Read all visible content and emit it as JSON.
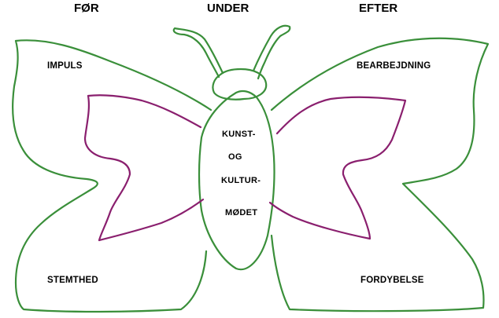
{
  "headers": {
    "before": "FØR",
    "during": "UNDER",
    "after": "EFTER"
  },
  "wings": {
    "top_left": "IMPULS",
    "top_right": "BEARBEJDNING",
    "bottom_left": "STEMTHED",
    "bottom_right": "FORDYBELSE"
  },
  "body_text": {
    "line1": "KUNST-",
    "line2": "OG",
    "line3": "KULTUR-",
    "line4": "MØDET"
  },
  "colors": {
    "outline": "#3a8f3a",
    "inner": "#8a1f6e"
  }
}
